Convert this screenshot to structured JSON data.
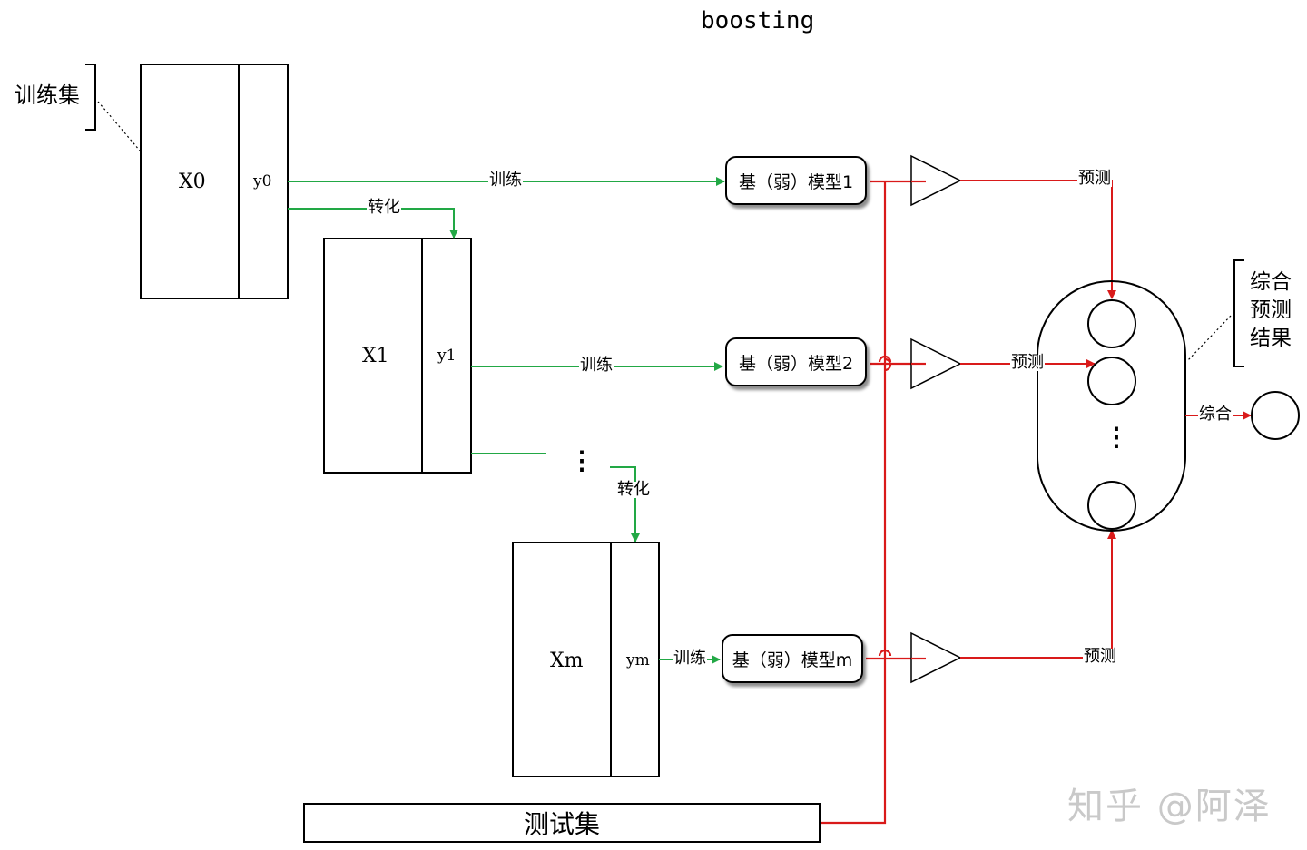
{
  "title": "boosting",
  "training_set_label": "训练集",
  "test_set_label": "测试集",
  "datasets": [
    {
      "x": "X0",
      "y": "y0"
    },
    {
      "x": "X1",
      "y": "y1"
    },
    {
      "x": "Xm",
      "y": "ym"
    }
  ],
  "models": [
    "基（弱）模型1",
    "基（弱）模型2",
    "基（弱）模型m"
  ],
  "edges": {
    "train": "训练",
    "transform": "转化",
    "predict": "预测",
    "combine": "综合"
  },
  "ellipsis": "⋮",
  "combined_result_label": [
    "综合",
    "预测",
    "结果"
  ],
  "watermark": "知乎 @阿泽",
  "colors": {
    "train": "#22a845",
    "predict": "#d91a1a",
    "stroke": "#000000"
  }
}
